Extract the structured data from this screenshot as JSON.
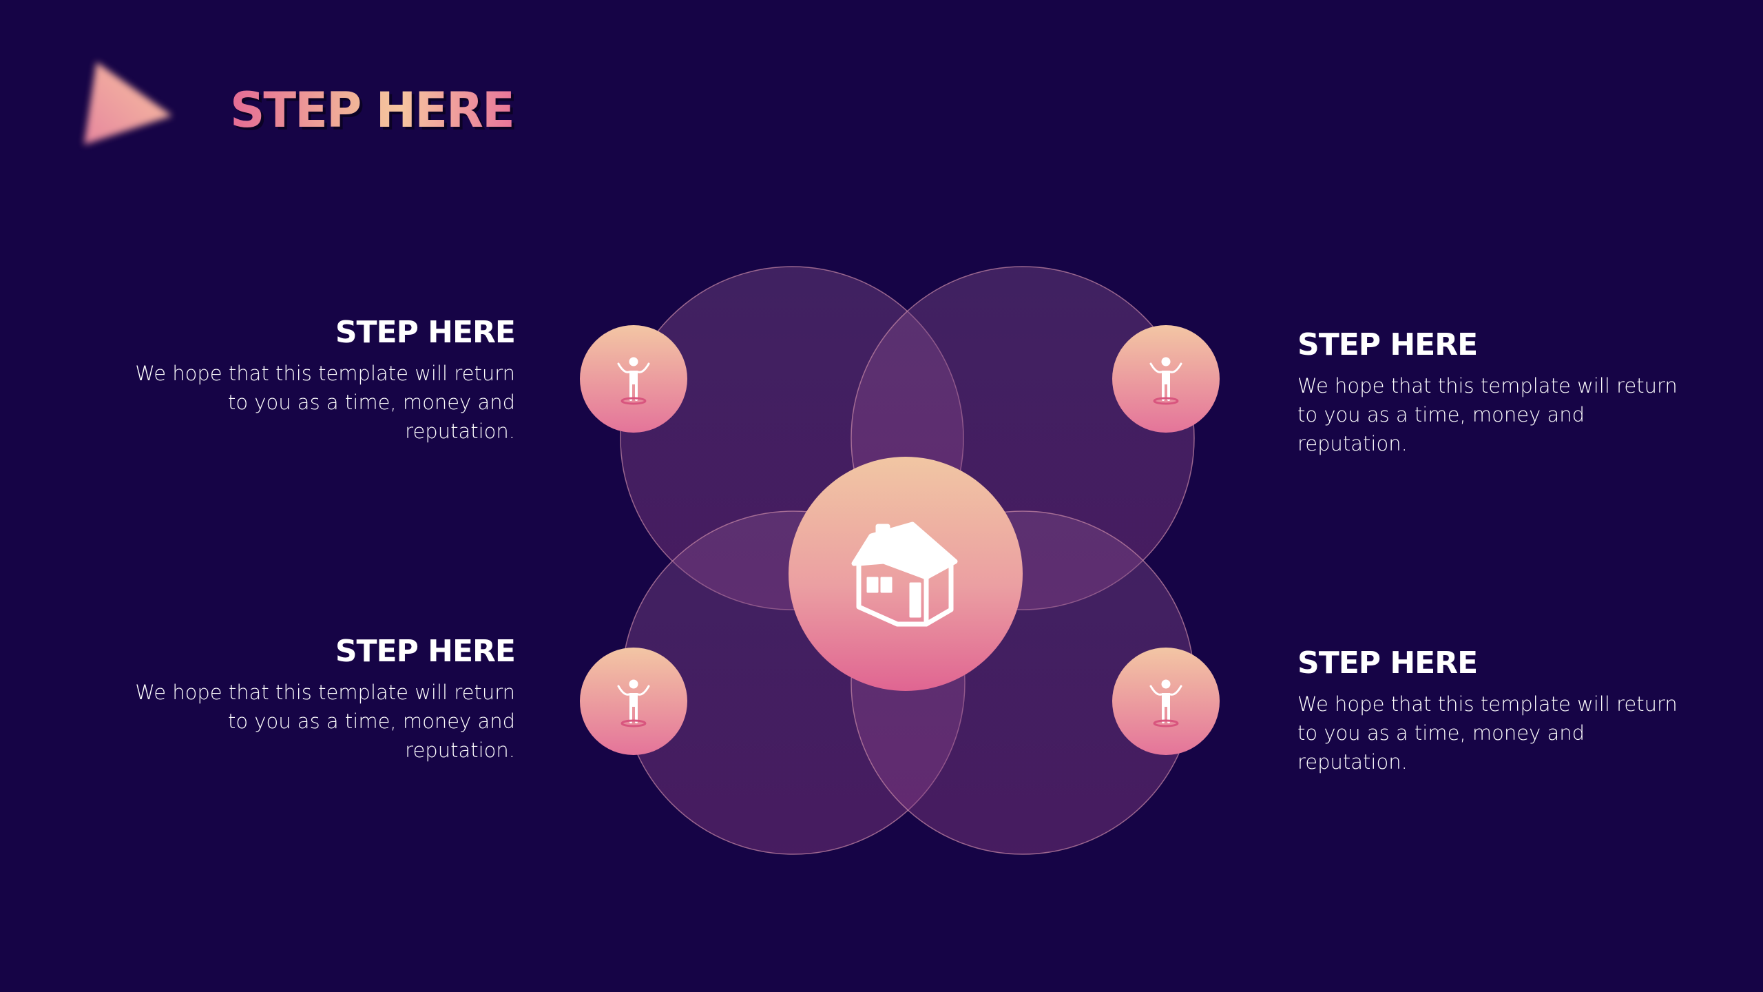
{
  "slide": {
    "title": "STEP HERE",
    "background_color": "#160446",
    "accent_gradient": [
      "#f6c59f",
      "#e46b95"
    ]
  },
  "steps": [
    {
      "id": "top-left",
      "title": "STEP HERE",
      "description": "We hope that this template will return to you as a time, money and reputation.",
      "icon": "person-icon"
    },
    {
      "id": "top-right",
      "title": "STEP HERE",
      "description": "We hope that this template will return to you as a time, money and reputation.",
      "icon": "person-icon"
    },
    {
      "id": "bottom-left",
      "title": "STEP HERE",
      "description": "We hope that this template will return to you as a time, money and reputation.",
      "icon": "person-icon"
    },
    {
      "id": "bottom-right",
      "title": "STEP HERE",
      "description": "We hope that this template will return to you as a time, money and reputation.",
      "icon": "person-icon"
    }
  ],
  "center": {
    "icon": "house-icon"
  }
}
